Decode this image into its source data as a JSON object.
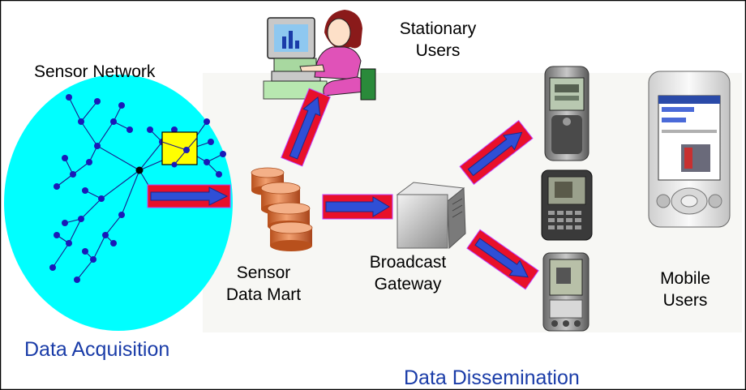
{
  "labels": {
    "sensor_network": "Sensor Network",
    "stationary_users_line1": "Stationary",
    "stationary_users_line2": "Users",
    "sensor_data_mart_line1": "Sensor",
    "sensor_data_mart_line2": "Data Mart",
    "broadcast_gateway_line1": "Broadcast",
    "broadcast_gateway_line2": "Gateway",
    "mobile_users_line1": "Mobile",
    "mobile_users_line2": "Users",
    "data_acquisition": "Data Acquisition",
    "data_dissemination": "Data Dissemination"
  },
  "colors": {
    "sensor_area": "#00ffff",
    "node": "#1a1ab8",
    "highlight_box": "#ffff00",
    "arrow_box": "#e8102a",
    "arrow": "#2f4fd6",
    "section_label": "#1a3ca8",
    "database": "#e07a3a"
  },
  "icons": {
    "stationary_user": "person-at-computer-icon",
    "database": "database-stack-icon",
    "gateway": "server-icon",
    "phone": "mobile-phone-icon",
    "blackberry": "blackberry-icon",
    "palm": "palm-pda-icon",
    "pocketpc": "pocketpc-icon",
    "arrow": "block-arrow-icon"
  }
}
